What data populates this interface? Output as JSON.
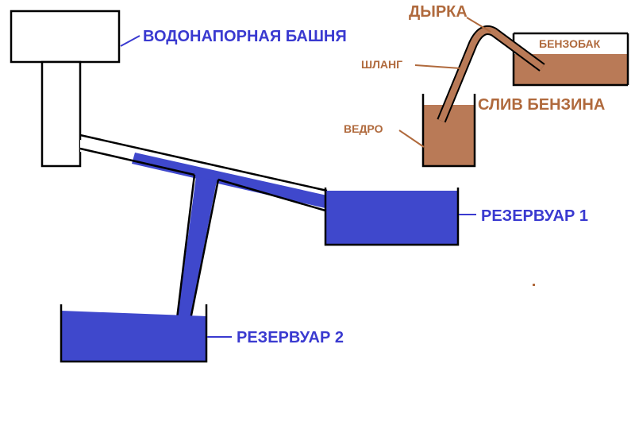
{
  "colors": {
    "water": "#3f48cc",
    "gasoline": "#b97a57",
    "outline": "#000000",
    "blue_text": "#3a3ad0",
    "brown_text": "#b06a3d"
  },
  "labels": {
    "water_tower": "ВОДОНАПОРНАЯ БАШНЯ",
    "reservoir_1": "РЕЗЕРВУАР 1",
    "reservoir_2": "РЕЗЕРВУАР 2",
    "hole": "ДЫРКА",
    "gas_tank": "БЕНЗОБАК",
    "hose": "ШЛАНГ",
    "bucket": "ВЕДРО",
    "siphon": "СЛИВ БЕНЗИНА"
  }
}
